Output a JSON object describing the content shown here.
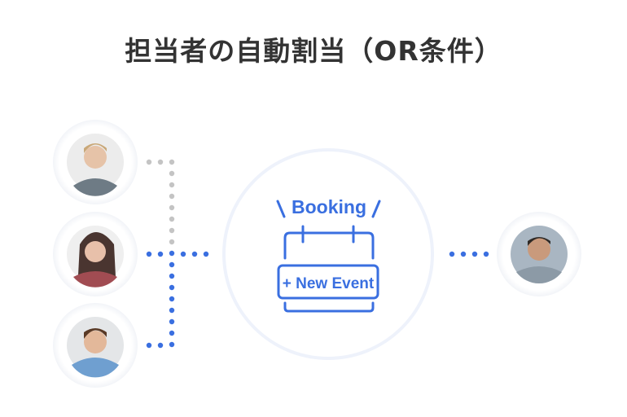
{
  "title": "担当者の自動割当（OR条件）",
  "booking_label": "Booking",
  "new_event_label": "+ New Event",
  "colors": {
    "accent": "#3a6fe0",
    "inactive": "#c4c4c4",
    "title": "#333333"
  },
  "members": [
    {
      "name": "member-1",
      "assigned": false
    },
    {
      "name": "member-2",
      "assigned": true
    },
    {
      "name": "member-3",
      "assigned": true
    }
  ],
  "assignee": {
    "name": "assignee"
  }
}
